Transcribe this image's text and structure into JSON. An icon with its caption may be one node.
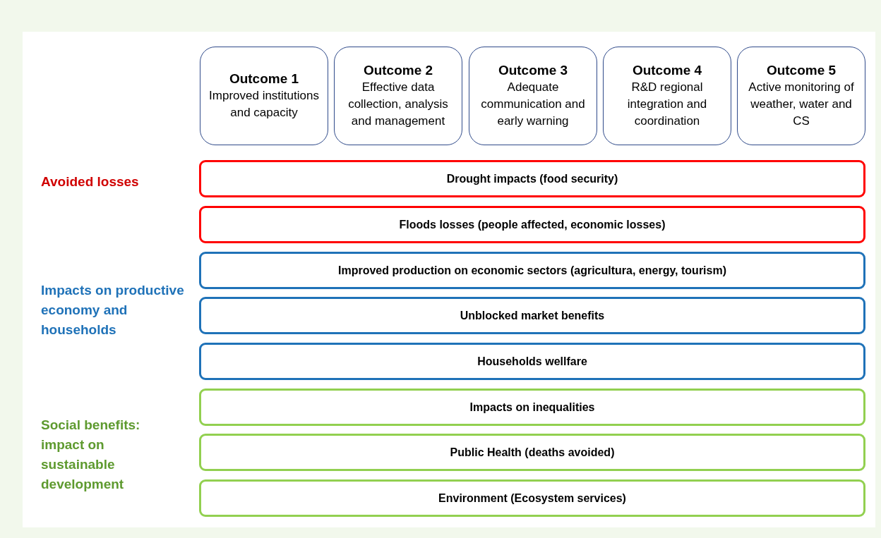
{
  "diagram": {
    "nodes": [
      {
        "text": [
          "Outcome 1",
          "Improved institutions and capacity"
        ]
      },
      {
        "text": [
          "Outcome 2",
          "Effective data collection, analysis and management"
        ]
      },
      {
        "text": [
          "Outcome 3",
          "Adequate communication and early warning"
        ]
      },
      {
        "text": [
          "Outcome 4",
          "R&D regional integration and coordination"
        ]
      },
      {
        "text": [
          "Outcome 5",
          "Active monitoring of weather, water and CS"
        ]
      },
      {
        "text": [
          "Drought impacts (food security)"
        ]
      },
      {
        "text": [
          "Floods losses (people affected, economic losses)"
        ]
      },
      {
        "text": [
          "Improved production on economic sectors (agricultura, energy, tourism)"
        ]
      },
      {
        "text": [
          "Unblocked market benefits"
        ]
      },
      {
        "text": [
          "Households wellfare"
        ]
      },
      {
        "text": [
          "Impacts on inequalities"
        ]
      },
      {
        "text": [
          "Public Health (deaths avoided)"
        ]
      },
      {
        "text": [
          "Environment (Ecosystem services)"
        ]
      }
    ],
    "edges": [],
    "labels": [
      "Avoided losses",
      "Impacts on productive economy and households",
      "Social benefits: impact on sustainable development"
    ]
  }
}
